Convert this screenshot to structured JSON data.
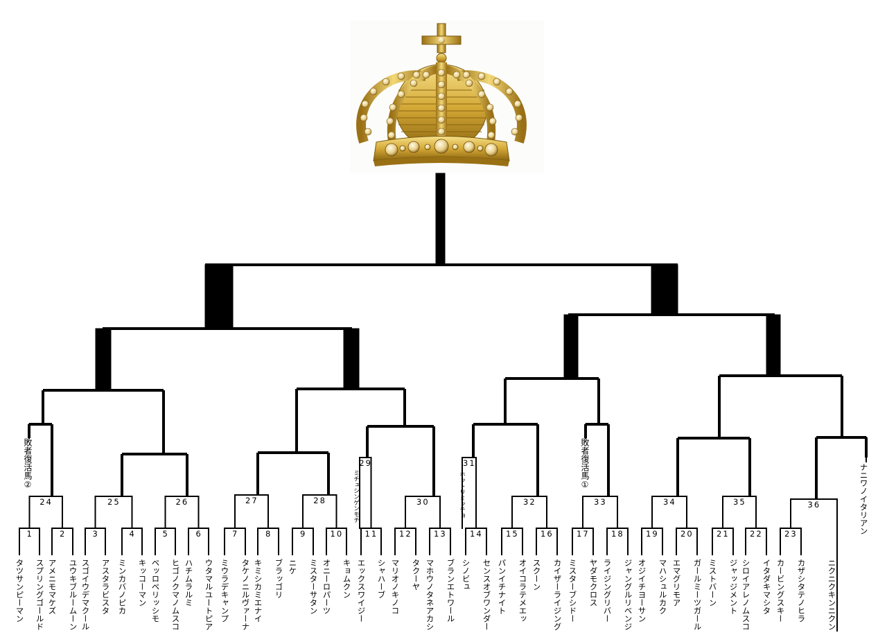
{
  "horses": [
    "タツサンピーマン",
    "スプリングゴールド",
    "アメニモマケズ",
    "ユウキブルームーン",
    "スゴイウデマクール",
    "アスタラビスタ",
    "ミンカバノピカ",
    "キッコーマン",
    "ペッロペリッシモ",
    "ヒゴノクマノムスコ",
    "ハチムラルミ",
    "ウタマルユートピア",
    "ミウラデキャンプ",
    "タケノニルヴァーナ",
    "キミシカミエナイ",
    "ブラッゴリ",
    "ニケ",
    "ミスターサタン",
    "オニーロパーツ",
    "キョムクン",
    "エックスワイジー",
    "シャハーブ",
    "マリオノキノコ",
    "タクーヤ",
    "マホウノタネアカシ",
    "ブランエトワール",
    "シノビュ",
    "センスオブワンダー",
    "パンイチナイト",
    "オイコラテメエッ",
    "スクーン",
    "カイザーライジング",
    "ミスターブシドー",
    "ヤダモクロス",
    "ライジングリバー",
    "ジャングルリベンジ",
    "オジイチヨーサン",
    "マハシュルカク",
    "エマグリモア",
    "ガールミーツガール",
    "ミストバーン",
    "ジャッジメント",
    "シロイアレノムスコ",
    "イタダキマシタ",
    "カービングスキー",
    "カザシタテノヒラ",
    "ニクニクキンニクン",
    "ナニワノイタリアン"
  ],
  "first_round": [
    "1",
    "2",
    "3",
    "4",
    "5",
    "6",
    "7",
    "8",
    "9",
    "10",
    "11",
    "12",
    "13",
    "14",
    "15",
    "16",
    "17",
    "18",
    "19",
    "20",
    "21",
    "22",
    "23"
  ],
  "second_round": [
    "24",
    "25",
    "26",
    "27",
    "28",
    "29",
    "30",
    "31",
    "32",
    "33",
    "34",
    "35",
    "36"
  ],
  "notes": {
    "loser_revival_2": "敗者復活馬②",
    "loser_revival_1": "敗者復活馬①",
    "seed_29": "ミチュシンゲンモチ",
    "seed_31": "ホットリミッチョ"
  },
  "colors": {
    "line": "#000000",
    "gold": "#d4a936",
    "gold_dark": "#8a6410",
    "gold_light": "#f6e08a"
  },
  "icons": {
    "crown": "crown-icon"
  }
}
